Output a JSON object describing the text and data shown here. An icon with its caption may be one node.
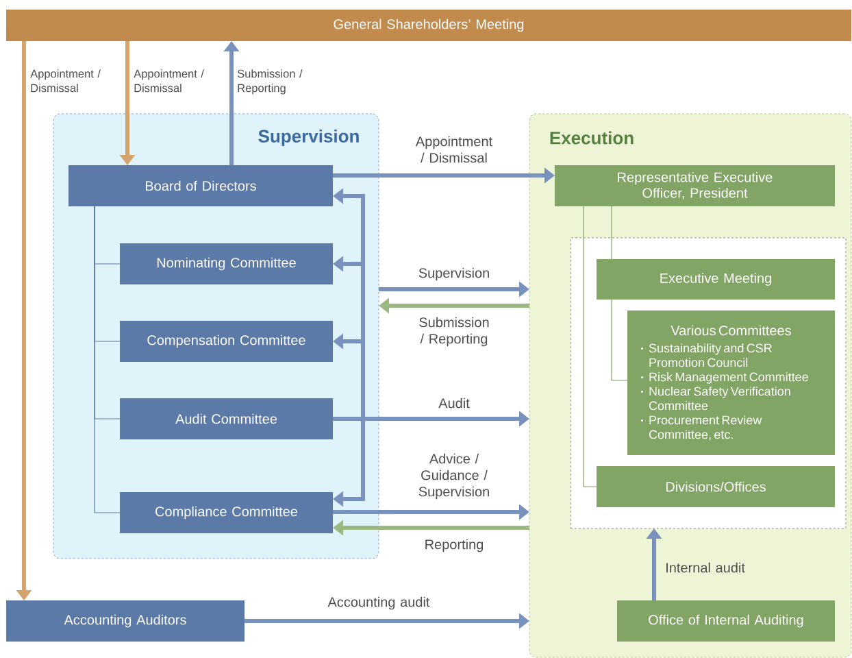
{
  "diagram": {
    "nodes": [
      {
        "text": [
          "General Shareholders’ Meeting"
        ]
      },
      {
        "text": [
          "Supervision"
        ]
      },
      {
        "text": [
          "Board of Directors"
        ],
        "in": 1
      },
      {
        "text": [
          "Nominating Committee"
        ],
        "in": 1
      },
      {
        "text": [
          "Compensation Committee"
        ],
        "in": 1
      },
      {
        "text": [
          "Audit Committee"
        ],
        "in": 1
      },
      {
        "text": [
          "Compliance Committee"
        ],
        "in": 1
      },
      {
        "text": [
          "Execution"
        ]
      },
      {
        "text": [
          "Representative Executive Officer, President"
        ],
        "in": 7
      },
      {
        "text": [],
        "shape": "box",
        "in": 7
      },
      {
        "text": [
          "Executive Meeting"
        ],
        "in": 9
      },
      {
        "text": [
          "Various Committees",
          "Sustainability and CSR Promotion Council",
          "Risk Management Committee",
          "Nuclear Safety Verification Committee",
          "Procurement Review Committee, etc."
        ],
        "in": 9
      },
      {
        "text": [
          "Divisions/Offices"
        ],
        "in": 9
      },
      {
        "text": [
          "Accounting Auditors"
        ]
      },
      {
        "text": [
          "Office of Internal Auditing"
        ],
        "in": 7
      }
    ],
    "edges": [
      {
        "from": 0,
        "to": 13,
        "arrow": "to",
        "label": "Appointment / Dismissal",
        "color": "#d4a46c"
      },
      {
        "from": 0,
        "to": 2,
        "arrow": "to",
        "label": "Appointment / Dismissal",
        "color": "#d4a46c"
      },
      {
        "from": 2,
        "to": 0,
        "arrow": "to",
        "label": "Submission / Reporting"
      },
      {
        "from": 2,
        "to": 8,
        "arrow": "to",
        "label": "Appointment / Dismissal"
      },
      {
        "from": 2,
        "to": 3,
        "arrow": "none",
        "color": "#5b7aa8"
      },
      {
        "from": 2,
        "to": 4,
        "arrow": "none",
        "color": "#5b7aa8"
      },
      {
        "from": 2,
        "to": 5,
        "arrow": "none",
        "color": "#5b7aa8"
      },
      {
        "from": 2,
        "to": 6,
        "arrow": "none",
        "color": "#5b7aa8"
      },
      {
        "from": 5,
        "to": 2,
        "arrow": "to"
      },
      {
        "from": 5,
        "to": 3,
        "arrow": "to"
      },
      {
        "from": 5,
        "to": 4,
        "arrow": "to"
      },
      {
        "from": 5,
        "to": 6,
        "arrow": "to"
      },
      {
        "from": 5,
        "to": 7,
        "arrow": "to",
        "label": "Audit"
      },
      {
        "from": 1,
        "to": 7,
        "arrow": "to",
        "label": "Supervision"
      },
      {
        "from": 7,
        "to": 1,
        "arrow": "to",
        "label": "Submission / Reporting",
        "color": "#9bb882"
      },
      {
        "from": 6,
        "to": 7,
        "arrow": "to",
        "label": "Advice / Guidance / Supervision"
      },
      {
        "from": 7,
        "to": 6,
        "arrow": "to",
        "label": "Reporting",
        "color": "#9bb882"
      },
      {
        "from": 13,
        "to": 7,
        "arrow": "to",
        "label": "Accounting audit"
      },
      {
        "from": 8,
        "to": 10,
        "arrow": "none",
        "color": "#82a465"
      },
      {
        "from": 10,
        "to": 11,
        "arrow": "none",
        "color": "#82a465"
      },
      {
        "from": 8,
        "to": 12,
        "arrow": "none",
        "color": "#82a465"
      },
      {
        "from": 14,
        "to": 9,
        "arrow": "to",
        "label": "Internal audit"
      }
    ]
  }
}
